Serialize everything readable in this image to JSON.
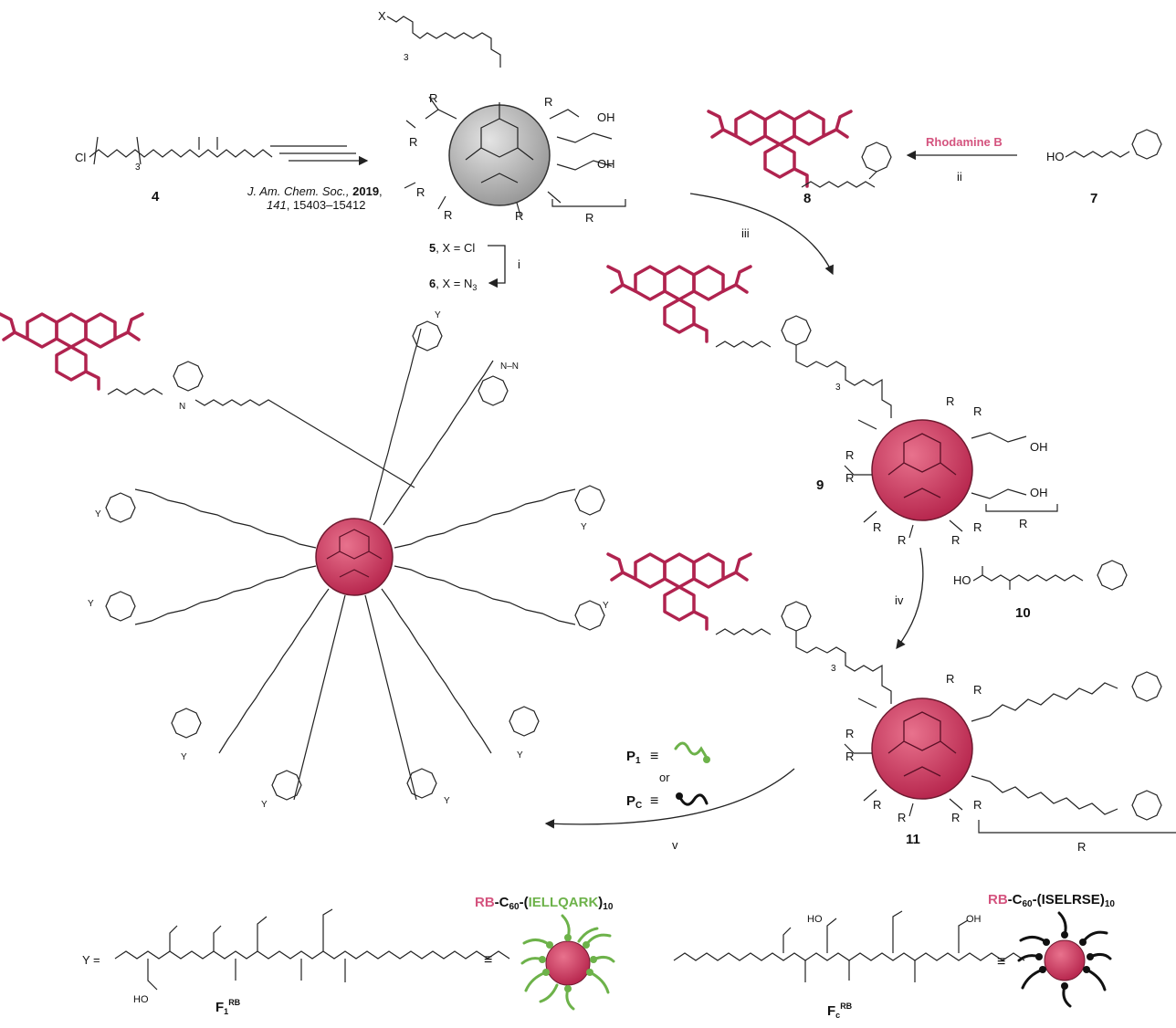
{
  "compounds": {
    "c4": "4",
    "c5_prefix": "5",
    "c5_suffix": ", X = Cl",
    "c6_prefix": "6",
    "c6_suffix": ", X = N",
    "c6_sub": "3",
    "c7": "7",
    "c8": "8",
    "c9": "9",
    "c10": "10",
    "c11": "11"
  },
  "reference": {
    "journal": "J. Am. Chem. Soc.,",
    "year": "2019",
    "volume": "141",
    "pages": ", 15403–15412"
  },
  "reagent": {
    "rhodamine": "Rhodamine B"
  },
  "steps": {
    "i": "i",
    "ii": "ii",
    "iii": "iii",
    "iv": "iv",
    "v": "v"
  },
  "labels": {
    "R": "R",
    "X": "X",
    "Y": "Y",
    "Y_eq": "Y =",
    "or": "or",
    "equiv": "≡",
    "P1": "P",
    "P1_sub": "1",
    "Pc": "P",
    "Pc_sub": "C",
    "OH": "OH",
    "Cl": "Cl",
    "HO": "HO",
    "three": "3"
  },
  "products": {
    "p1_rb": "RB",
    "p1_mid": "-C",
    "p1_60": "60",
    "p1_dash": "-(",
    "p1_seq": "IELLQARK",
    "p1_close": ")",
    "p1_10": "10",
    "pc_rb": "RB",
    "pc_mid": "-C",
    "pc_60": "60",
    "pc_dash": "-(",
    "pc_seq": "ISELRSE",
    "pc_close": ")",
    "pc_10": "10",
    "f1": "F",
    "f1_sub": "1",
    "f1_sup": "RB",
    "fc": "F",
    "fc_sub": "c",
    "fc_sup": "RB"
  },
  "colors": {
    "dye": "#b0234f",
    "fullerene": "#d04a6c",
    "green": "#6db24a",
    "label_pink": "#d4537e"
  }
}
